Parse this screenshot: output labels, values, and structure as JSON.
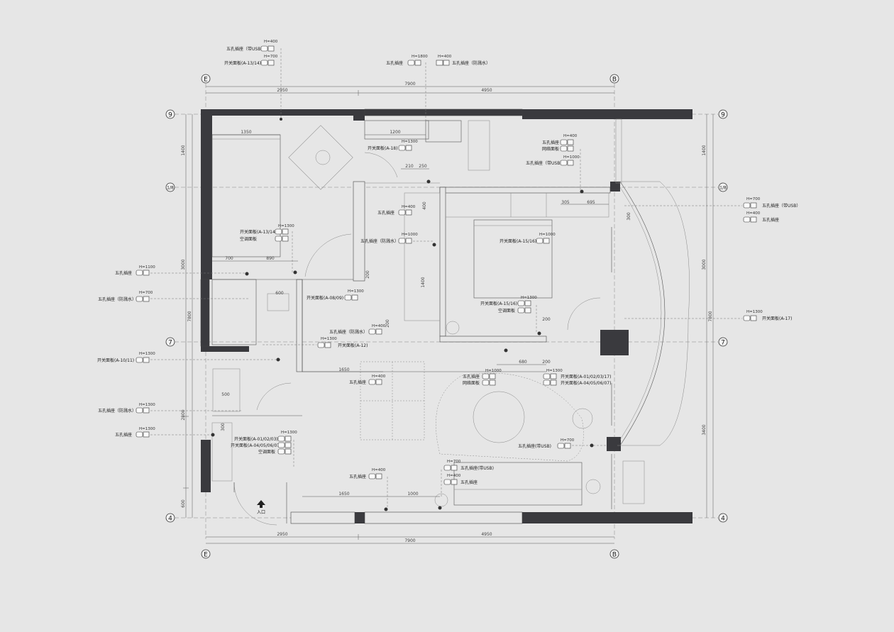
{
  "grid": {
    "top": [
      "E",
      "B"
    ],
    "bottom": [
      "E",
      "B"
    ],
    "left": [
      "9",
      "1/8",
      "7",
      "4"
    ],
    "right": [
      "9",
      "1/8",
      "7",
      "4"
    ]
  },
  "dims": {
    "top_total": "7900",
    "top_left": "2950",
    "top_right": "4950",
    "bottom_total": "7900",
    "bottom_left": "2950",
    "bottom_right": "4950",
    "left_total": "7800",
    "left_a": "1400",
    "left_b": "3000",
    "left_c": "2800",
    "left_d": "600",
    "right_a": "1400",
    "right_b": "3000",
    "right_total": "7800",
    "right_c": "3400",
    "inner": [
      "1350",
      "1200",
      "210",
      "250",
      "700",
      "890",
      "600",
      "500",
      "305",
      "695",
      "300",
      "680",
      "200",
      "200",
      "1650",
      "1650",
      "1000",
      "200",
      "400",
      "1400",
      "200",
      "300"
    ]
  },
  "labels": {
    "entrance": "入口",
    "socket5": "五孔插座",
    "socket5_usb": "五孔插座（带USB）",
    "socket5_usb2": "五孔插座（带USB）",
    "socket5_water": "五孔插座（防溅水）",
    "switch_a1314": "开关面板(A-13/14)",
    "switch_a18": "开关面板(A-18)",
    "network_panel": "网络面板",
    "switch_a1516": "开关面板(A-15/16)",
    "aircon_panel": "空调面板",
    "switch_a0809": "开关面板(A-08/09)",
    "switch_a12": "开关面板(A-12)",
    "switch_a1011": "开关面板(A-10/11)",
    "switch_a17": "开关面板(A-17)",
    "switch_a010203": "开关面板(A-01/02/03)",
    "switch_a04050607": "开关面板(A-04/05/06/07)",
    "switch_a01020317": "开关面板(A-01/02/03/17)",
    "usb": "带USB",
    "socket_usb_short": "五孔插座(带USB)"
  },
  "heights": {
    "h400": "H=400",
    "h700": "H=700",
    "h1000": "H=1000",
    "h1100": "H=1100",
    "h1300": "H=1300",
    "h1800": "H=1800"
  }
}
